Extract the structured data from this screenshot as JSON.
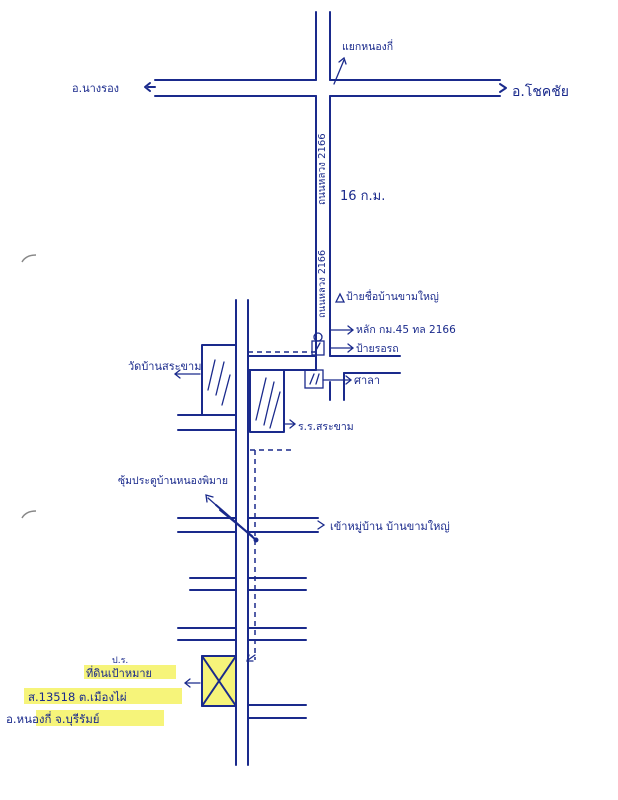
{
  "labels": {
    "intersection": "แยกหนองกี่",
    "west_city": "อ.นางรอง",
    "east_city": "อ.โชคชัย",
    "road_upper": "ถนนหลวง 2166",
    "distance": "16 ก.ม.",
    "road_lower": "ถนนหลวง 2166",
    "village_sign": "ป้ายชื่อบ้านขามใหญ่",
    "km_marker": "หลัก กม.45 ทล 2166",
    "bus_stop": "ป้ายรอรถ",
    "school_right": "ศาลา",
    "temple": "วัดบ้านสระขาม",
    "school": "ร.ร.สระขาม",
    "village_gate": "ซุ้มประตูบ้านหนองพิมาย",
    "village_entrance": "เข้าหมู่บ้าน บ้านขามใหญ่",
    "target_title": "ที่ดินเป้าหมาย",
    "target_deed": "ส.13518 ต.เมืองไผ่",
    "target_district": "อ.หนองกี่ จ.บุรีรัมย์",
    "target_mark": "ป.ร."
  },
  "colors": {
    "ink": "#1a2a8c",
    "highlight": "#f6f47a"
  }
}
